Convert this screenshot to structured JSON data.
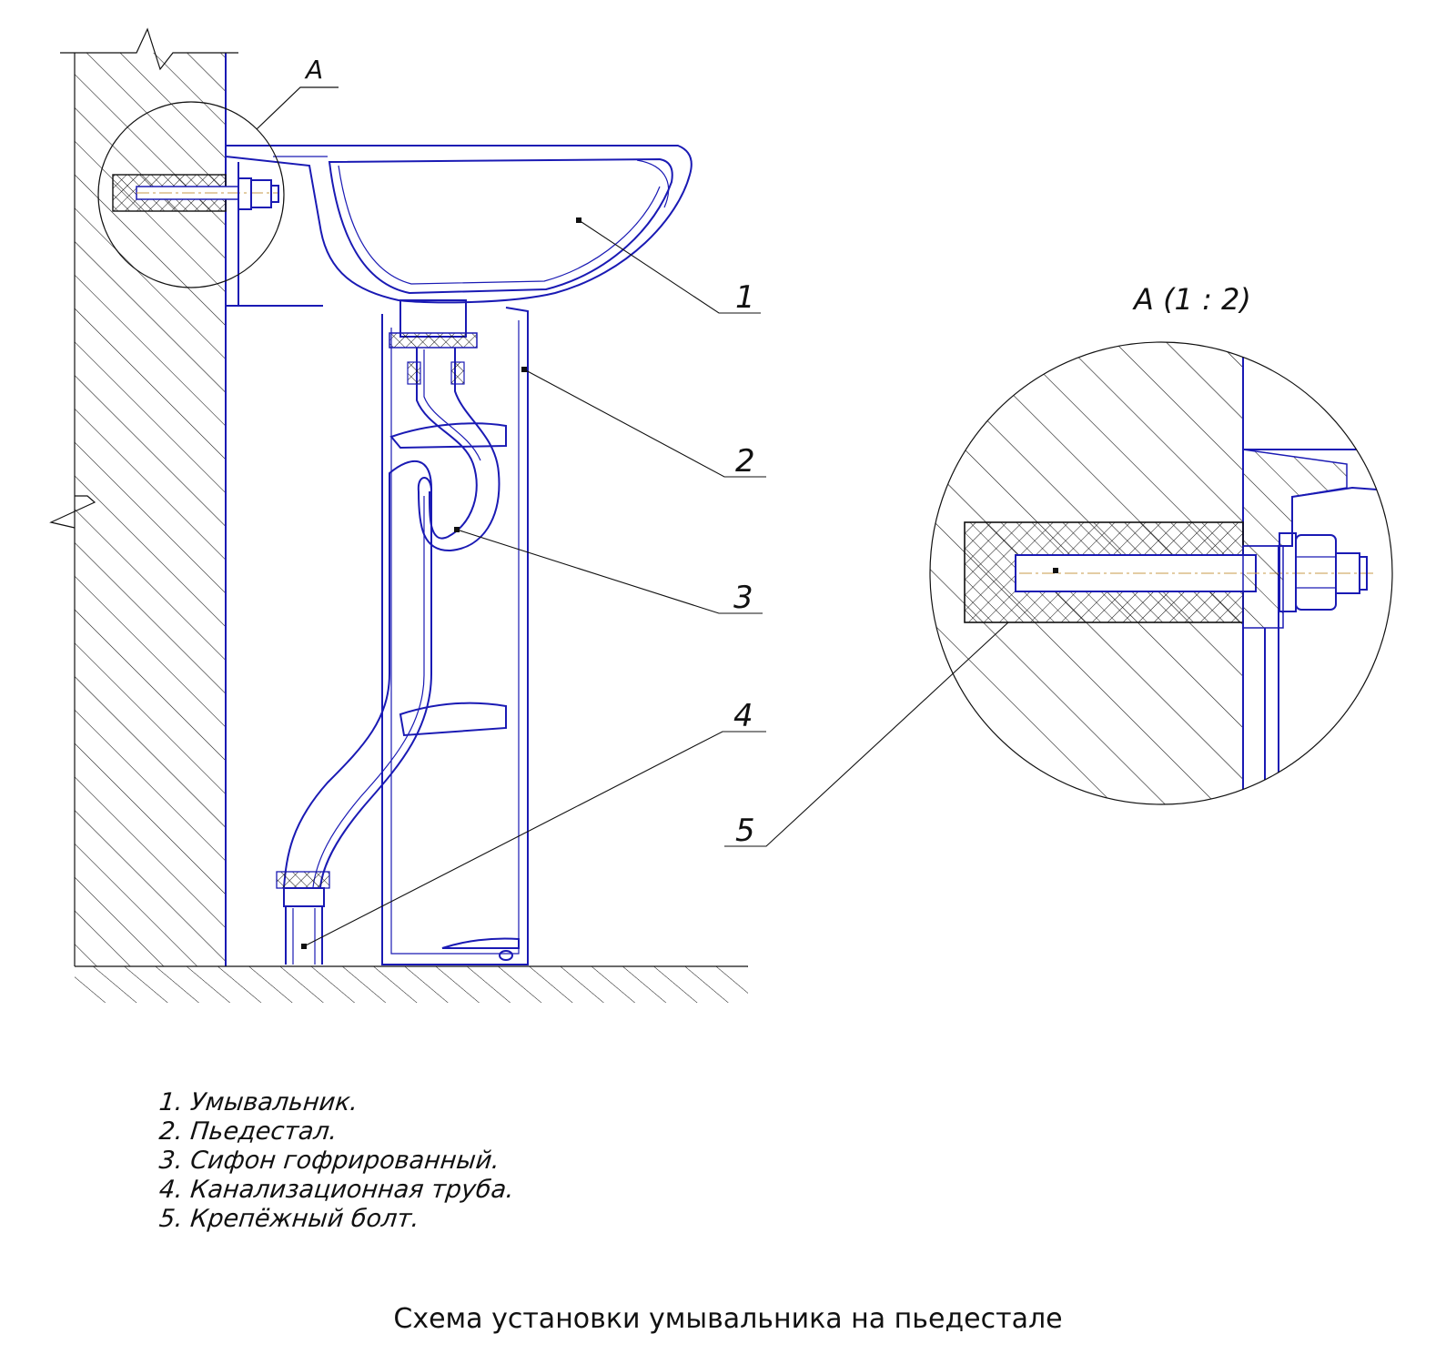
{
  "diagram": {
    "callouts": {
      "detail_mark": "A",
      "detail_title": "A (1 : 2)",
      "c1": "1",
      "c2": "2",
      "c3": "3",
      "c4": "4",
      "c5": "5"
    },
    "legend": [
      "1. Умывальник.",
      "2. Пьедестал.",
      "3. Сифон гофрированный.",
      "4. Канализационная труба.",
      "5. Крепёжный болт."
    ],
    "caption": "Схема установки умывальника на пьедестале",
    "colors": {
      "outline": "#1a1ab4",
      "text": "#111111",
      "centerline": "#c79a4a"
    }
  }
}
